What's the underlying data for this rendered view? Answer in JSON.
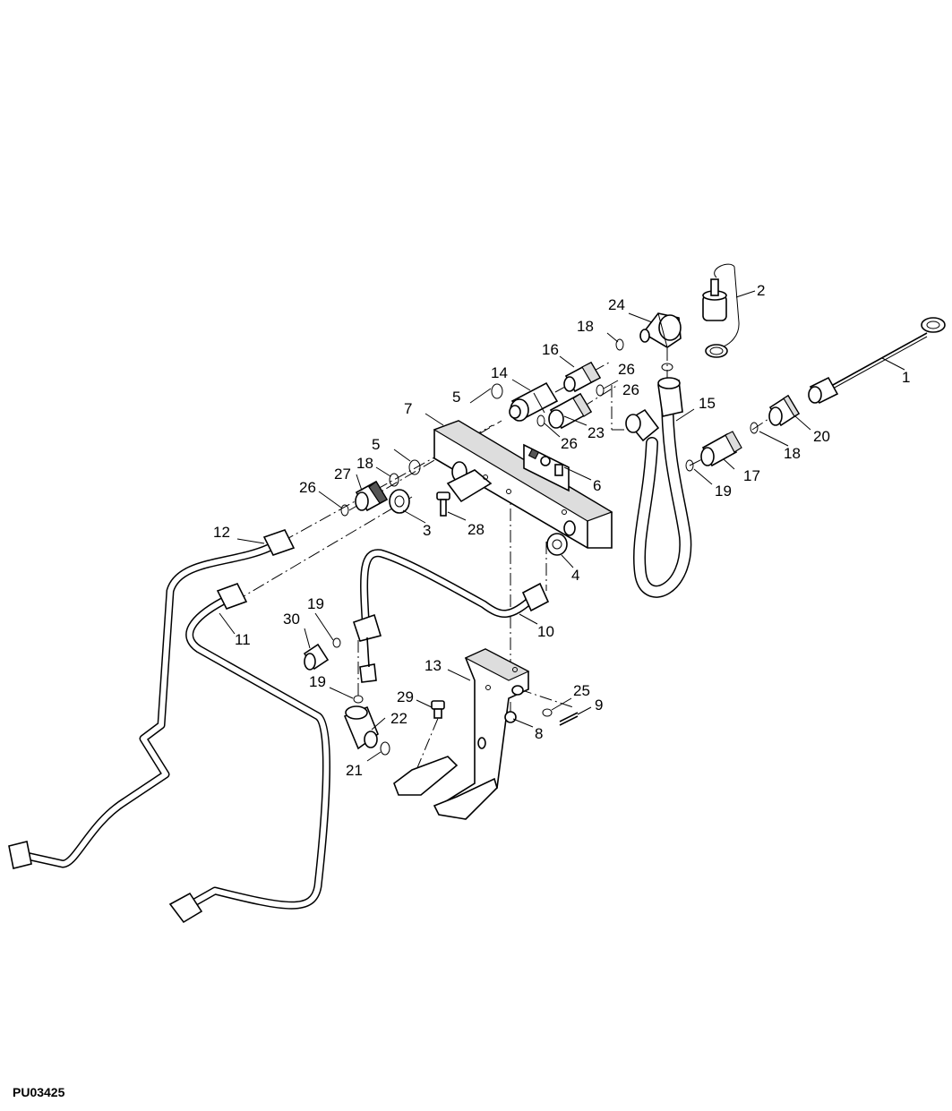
{
  "figure_id": "PU03425",
  "callouts": {
    "c1": "1",
    "c2": "2",
    "c3": "3",
    "c4": "4",
    "c5a": "5",
    "c5b": "5",
    "c6": "6",
    "c7": "7",
    "c8": "8",
    "c9": "9",
    "c10": "10",
    "c11": "11",
    "c12": "12",
    "c13": "13",
    "c14": "14",
    "c15": "15",
    "c16": "16",
    "c17": "17",
    "c18a": "18",
    "c18b": "18",
    "c18c": "18",
    "c19a": "19",
    "c19b": "19",
    "c19c": "19",
    "c20": "20",
    "c21": "21",
    "c22": "22",
    "c23": "23",
    "c24": "24",
    "c25": "25",
    "c26a": "26",
    "c26b": "26",
    "c26c": "26",
    "c26d": "26",
    "c27": "27",
    "c28": "28",
    "c29": "29",
    "c30": "30"
  }
}
